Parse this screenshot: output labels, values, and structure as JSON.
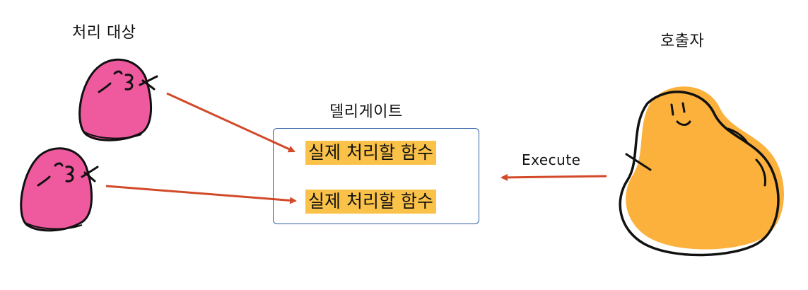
{
  "labels": {
    "target": "처리 대상",
    "caller": "호출자",
    "delegate": "델리게이트",
    "execute": "Execute"
  },
  "delegate_items": [
    "실제 처리할 함수",
    "실제 처리할 함수"
  ],
  "colors": {
    "pink_blob": "#ef5a9e",
    "orange_blob": "#fbb13c",
    "arrow": "#d24a2a",
    "box_border": "#2f5fa8",
    "highlight": "#fbc24a"
  }
}
